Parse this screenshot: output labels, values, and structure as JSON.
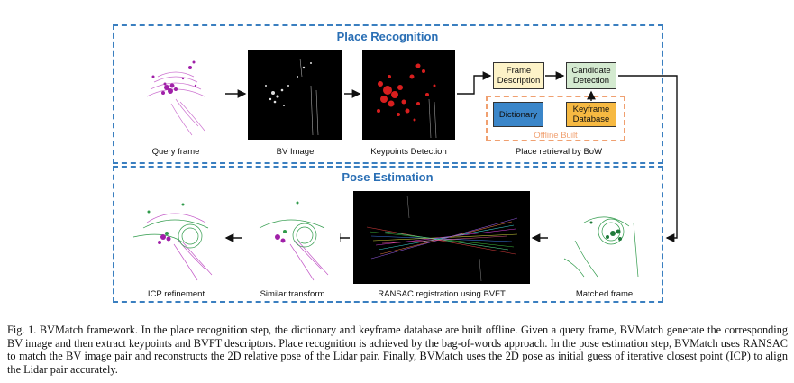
{
  "place_recognition": {
    "title": "Place Recognition",
    "labels": {
      "query_frame": "Query frame",
      "bv_image": "BV Image",
      "keypoints": "Keypoints Detection",
      "place_retrieval": "Place retrieval by BoW"
    },
    "boxes": {
      "frame_description": "Frame Description",
      "candidate_detection": "Candidate Detection",
      "dictionary": "Dictionary",
      "keyframe_database": "Keyframe Database",
      "offline_built": "Offline Built"
    }
  },
  "pose_estimation": {
    "title": "Pose Estimation",
    "labels": {
      "icp": "ICP refinement",
      "similar": "Similar transform",
      "ransac": "RANSAC registration using BVFT",
      "matched": "Matched frame"
    }
  },
  "caption": {
    "text": "Fig. 1.  BVMatch framework. In the place recognition step, the dictionary and keyframe database are built offline. Given a query frame, BVMatch generate the corresponding BV image and then extract keypoints and BVFT descriptors. Place recognition is achieved by the bag-of-words approach. In the pose estimation step, BVMatch uses RANSAC to match the BV image pair and reconstructs the 2D relative pose of the Lidar pair. Finally, BVMatch uses the 2D pose as initial guess of iterative closest point (ICP) to align the Lidar pair accurately."
  },
  "colors": {
    "panel_border": "#3a7fc0",
    "title_blue": "#2a6fb5",
    "offline_border": "#f0a070",
    "frame_description_fill": "#fdf3c8",
    "candidate_detection_fill": "#d4ead0",
    "dictionary_fill": "#3b86c9",
    "keyframe_fill": "#f6b942",
    "magenta_points": "#b832b8",
    "green_points": "#2f9a4a",
    "red_keypoints": "#d81e1e"
  }
}
